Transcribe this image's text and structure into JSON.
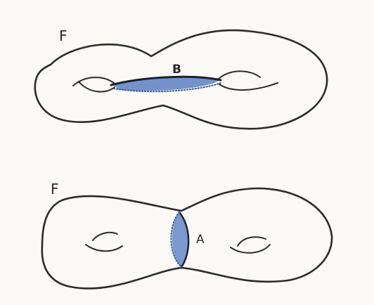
{
  "figures": [
    {
      "surface_label": "F",
      "curve_label": "B",
      "curve_kind": "cycle running between the two holes"
    },
    {
      "surface_label": "F",
      "curve_label": "A",
      "curve_kind": "separating cycle around the waist"
    }
  ],
  "colors": {
    "ink": "#2b2b2b",
    "curve": "#5b7fc4",
    "curve_dark": "#355da8",
    "paper": "#fbfaf7"
  }
}
